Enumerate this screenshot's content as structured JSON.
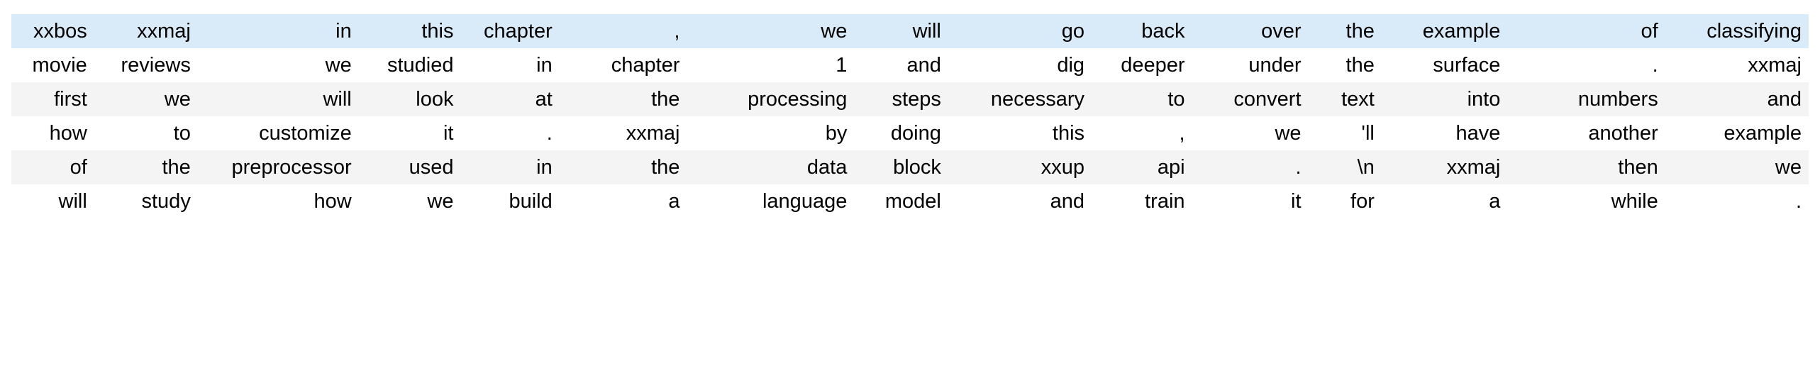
{
  "table": {
    "name": "tokenized-text-preview",
    "row_count": 6,
    "column_count": 15,
    "colors": {
      "highlight_row_bg": "#d9ebf9",
      "even_row_bg": "#f4f4f4",
      "odd_row_bg": "#ffffff",
      "text": "#000000",
      "page_bg": "#ffffff"
    },
    "rows": [
      {
        "style": "highlight",
        "cells": [
          "xxbos",
          "xxmaj",
          "in",
          "this",
          "chapter",
          ",",
          "we",
          "will",
          "go",
          "back",
          "over",
          "the",
          "example",
          "of",
          "classifying"
        ]
      },
      {
        "style": "odd",
        "cells": [
          "movie",
          "reviews",
          "we",
          "studied",
          "in",
          "chapter",
          "1",
          "and",
          "dig",
          "deeper",
          "under",
          "the",
          "surface",
          ".",
          "xxmaj"
        ]
      },
      {
        "style": "even",
        "cells": [
          "first",
          "we",
          "will",
          "look",
          "at",
          "the",
          "processing",
          "steps",
          "necessary",
          "to",
          "convert",
          "text",
          "into",
          "numbers",
          "and"
        ]
      },
      {
        "style": "odd",
        "cells": [
          "how",
          "to",
          "customize",
          "it",
          ".",
          "xxmaj",
          "by",
          "doing",
          "this",
          ",",
          "we",
          "'ll",
          "have",
          "another",
          "example"
        ]
      },
      {
        "style": "even",
        "cells": [
          "of",
          "the",
          "preprocessor",
          "used",
          "in",
          "the",
          "data",
          "block",
          "xxup",
          "api",
          ".",
          "\\n",
          "xxmaj",
          "then",
          "we"
        ]
      },
      {
        "style": "odd",
        "cells": [
          "will",
          "study",
          "how",
          "we",
          "build",
          "a",
          "language",
          "model",
          "and",
          "train",
          "it",
          "for",
          "a",
          "while",
          "."
        ]
      }
    ]
  }
}
